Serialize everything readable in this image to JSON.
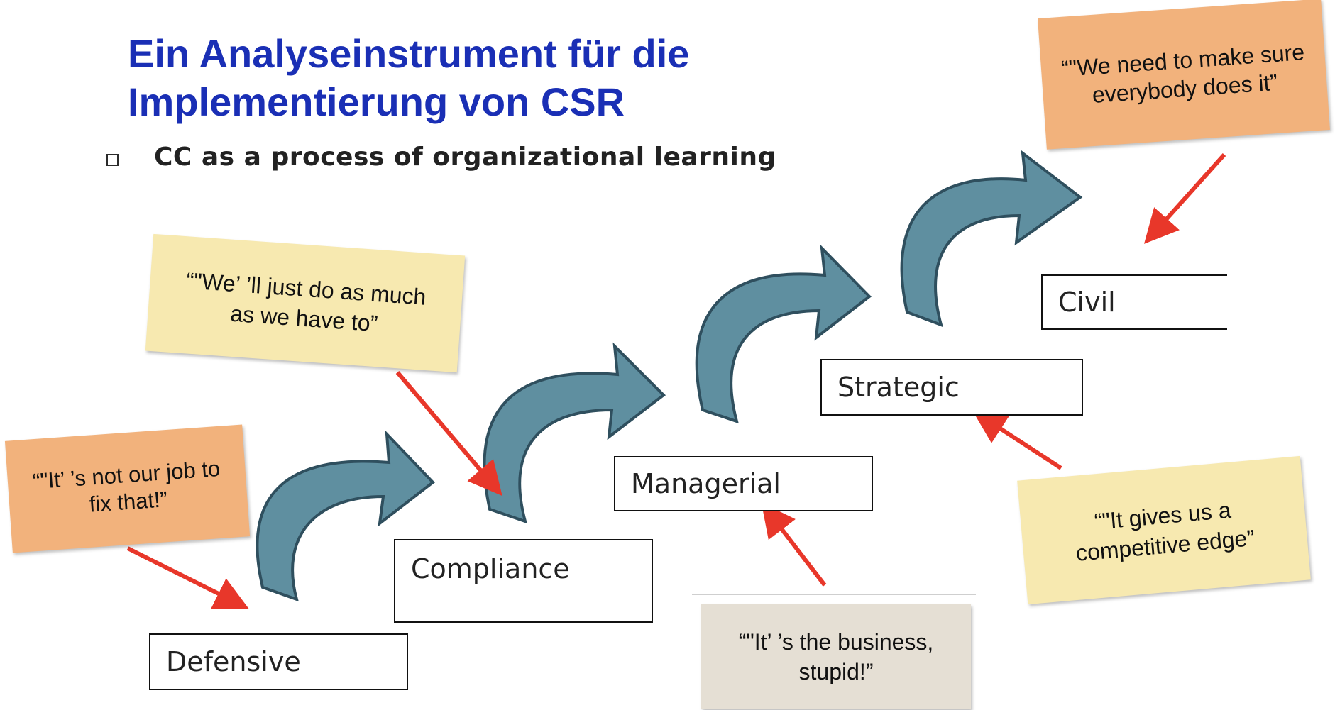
{
  "title": {
    "line1": "Ein Analyseinstrument für die",
    "line2": "Implementierung von CSR"
  },
  "bullet": {
    "icon": "square-bullet-icon",
    "text": "CC as a process of organizational learning"
  },
  "stages": [
    {
      "label": "Defensive"
    },
    {
      "label": "Compliance"
    },
    {
      "label": "Managerial"
    },
    {
      "label": "Strategic"
    },
    {
      "label": "Civil"
    }
  ],
  "quotes": {
    "defensive": "“\"It’ ’s not our job to fix that!”",
    "compliance": "“\"We’ ’ll just do as much as we have to”",
    "managerial": "“\"It’ ’s the business, stupid!”",
    "strategic": "“\"It gives us a competitive edge”",
    "civil": "“\"We need to make sure everybody does it”"
  },
  "colors": {
    "title": "#1a2fb5",
    "arrow_fill": "#5f8fa0",
    "arrow_stroke": "#2f4f5e",
    "pointer": "#e8372a",
    "note_orange": "#f2b27c",
    "note_yellow": "#f7e9b0",
    "note_gray": "#e5dfd4"
  }
}
